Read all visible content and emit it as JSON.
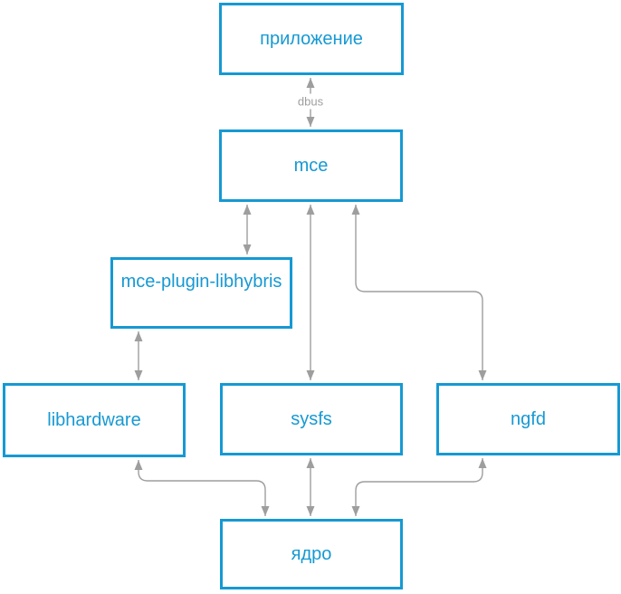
{
  "diagram": {
    "nodes": [
      {
        "id": "prilozhenie",
        "label": "приложение"
      },
      {
        "id": "mce",
        "label": "mce"
      },
      {
        "id": "mce-plugin-libhybris",
        "label": "mce-plugin-libhybris"
      },
      {
        "id": "libhardware",
        "label": "libhardware"
      },
      {
        "id": "sysfs",
        "label": "sysfs"
      },
      {
        "id": "ngfd",
        "label": "ngfd"
      },
      {
        "id": "yadro",
        "label": "ядро"
      }
    ],
    "edges": [
      {
        "from": "приложение",
        "to": "mce",
        "label": "dbus",
        "bidirectional": true
      },
      {
        "from": "mce",
        "to": "mce-plugin-libhybris",
        "label": "",
        "bidirectional": true
      },
      {
        "from": "mce-plugin-libhybris",
        "to": "libhardware",
        "label": "",
        "bidirectional": true
      },
      {
        "from": "mce",
        "to": "sysfs",
        "label": "",
        "bidirectional": true
      },
      {
        "from": "mce",
        "to": "ngfd",
        "label": "",
        "bidirectional": true
      },
      {
        "from": "libhardware",
        "to": "ядро",
        "label": "",
        "bidirectional": true
      },
      {
        "from": "sysfs",
        "to": "ядро",
        "label": "",
        "bidirectional": true
      },
      {
        "from": "ngfd",
        "to": "ядро",
        "label": "",
        "bidirectional": true
      }
    ],
    "colors": {
      "node_border": "#1699d3",
      "node_text": "#1699d3",
      "connector": "#9e9e9e",
      "edge_label_text": "#9e9e9e",
      "background": "#ffffff"
    }
  }
}
